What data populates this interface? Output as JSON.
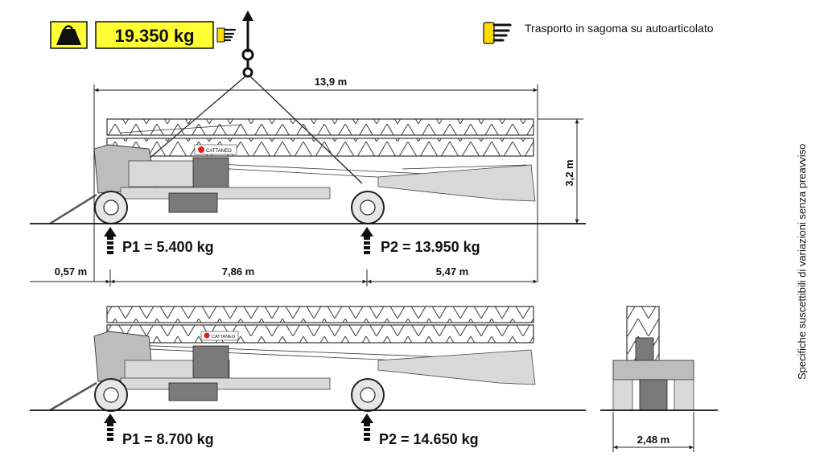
{
  "weight_badge": {
    "value": "19.350 kg",
    "fill_color": "#ffff33"
  },
  "legend": {
    "text": "Trasporto in sagoma su autoarticolato",
    "icon": "hand-pointer-icon",
    "icon_color": "#ffdd00"
  },
  "side_note": "Specifiche suscettibili di variazioni senza preavviso",
  "top_view": {
    "overall_length": "13,9 m",
    "height": "3,2 m",
    "rear_overhang": "0,57 m",
    "wheelbase": "7,86 m",
    "front_overhang": "5,47 m",
    "axle_load_1": "P1 = 5.400 kg",
    "axle_load_2": "P2 = 13.950 kg"
  },
  "bottom_view": {
    "axle_load_1": "P1 = 8.700 kg",
    "axle_load_2": "P2 = 14.650 kg"
  },
  "front_view": {
    "width": "2,48 m"
  },
  "brand_plate": "CATTANEO"
}
